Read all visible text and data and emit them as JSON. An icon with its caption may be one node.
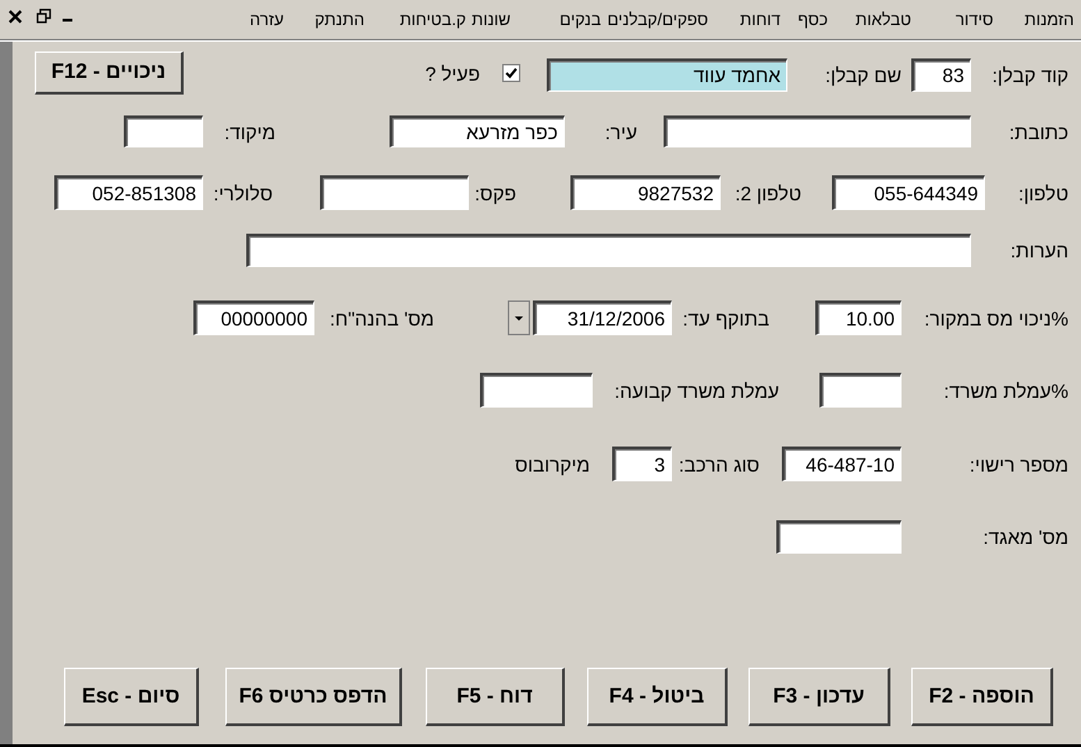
{
  "diagram": {
    "nodes": [
      {
        "text": [
          "83"
        ],
        "beside": [
          "קוד קבלן:"
        ]
      },
      {
        "text": [
          "אחמד עווד"
        ]
      },
      {
        "text": [],
        "shape": "checkbox",
        "beside": [
          "פעיל ?"
        ]
      },
      {
        "text": [
          "ניכויים - F12"
        ]
      },
      {
        "text": [],
        "shape": "box",
        "beside": [
          "כתובת:"
        ]
      },
      {
        "text": [
          "כפר מזרעא"
        ],
        "beside": [
          "עיר:"
        ]
      },
      {
        "text": [],
        "shape": "box",
        "beside": [
          "מיקוד:"
        ]
      },
      {
        "text": [
          "055-644349"
        ],
        "beside": [
          "טלפון:"
        ]
      },
      {
        "text": [
          "9827532"
        ],
        "beside": [
          "טלפון 2:"
        ]
      },
      {
        "text": [],
        "shape": "box",
        "beside": [
          "פקס:"
        ]
      },
      {
        "text": [
          "052-851308"
        ],
        "beside": [
          "סלולרי:"
        ]
      },
      {
        "text": [],
        "shape": "box",
        "beside": [
          "הערות:"
        ]
      },
      {
        "text": [
          "10.00"
        ],
        "beside": [
          "%ניכוי מס במקור:"
        ]
      },
      {
        "text": [
          "31/12/2006"
        ],
        "beside": [
          "בתוקף עד:"
        ]
      },
      {
        "text": [
          "00000000"
        ],
        "beside": [
          "מס' בהנה\"ח:"
        ]
      },
      {
        "text": [],
        "shape": "box",
        "beside": [
          "%עמלת משרד:"
        ]
      },
      {
        "text": [],
        "shape": "box",
        "beside": [
          "עמלת משרד קבועה:"
        ]
      },
      {
        "text": [
          "46-487-10"
        ],
        "beside": [
          "מספר רישוי:"
        ]
      },
      {
        "text": [
          "3"
        ],
        "beside": [
          "סוג הרכב:",
          "מיקרובוס"
        ]
      },
      {
        "text": [],
        "shape": "box"
      },
      {
        "text": [
          "הוספה - F2"
        ]
      },
      {
        "text": [
          "עדכון - F3"
        ]
      },
      {
        "text": [
          "ביטול - F4"
        ]
      },
      {
        "text": [
          "דוח - F5"
        ]
      },
      {
        "text": [
          "הדפס כרטיס F6"
        ]
      },
      {
        "text": [
          "סיום - Esc"
        ]
      }
    ],
    "labels": [
      "הזמנות",
      "סידור",
      "טבלאות",
      "כסף",
      "דוחות",
      "ספקים/קבלנים",
      "בנקים",
      "שונות",
      "ק.בטיחות",
      "התנתק",
      "עזרה",
      "שם קבלן:",
      "מס' מאגד:"
    ]
  }
}
